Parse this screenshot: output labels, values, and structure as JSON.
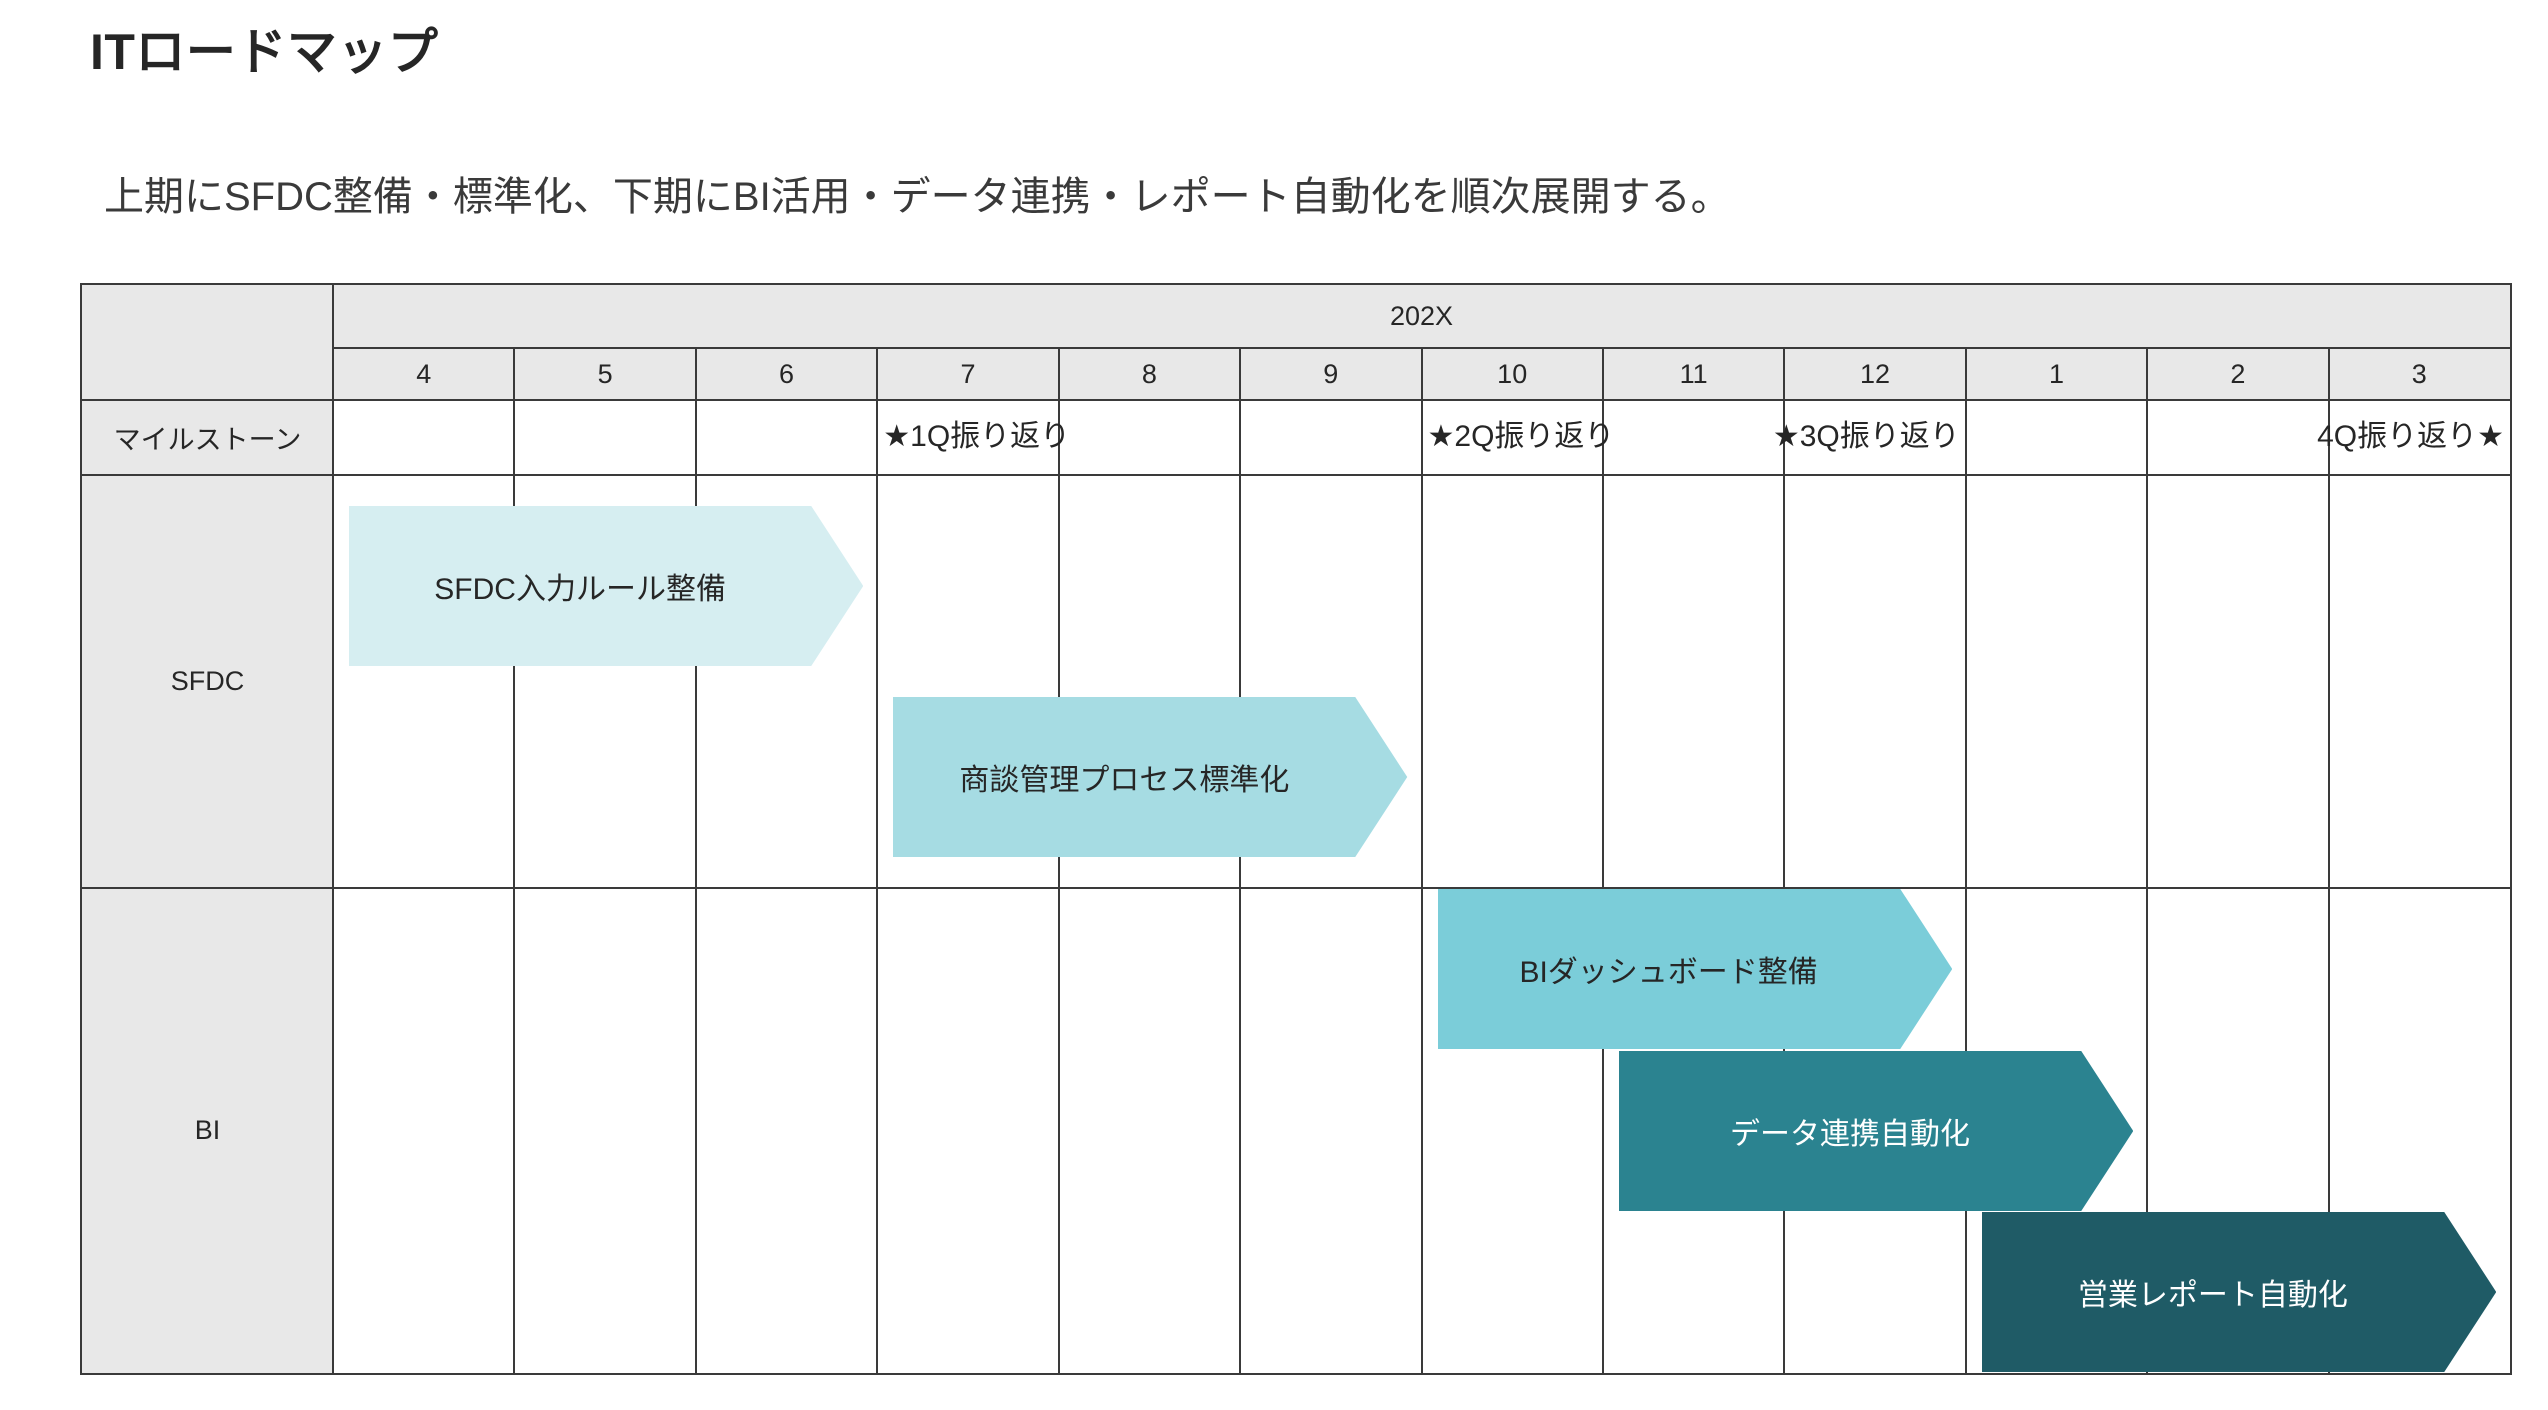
{
  "header": {
    "title": "ITロードマップ",
    "subtitle": "上期にSFDC整備・標準化、下期にBI活用・データ連携・レポート自動化を順次展開する。"
  },
  "table": {
    "corner_label": "",
    "year_label": "202X",
    "months": [
      "4",
      "5",
      "6",
      "7",
      "8",
      "9",
      "10",
      "11",
      "12",
      "1",
      "2",
      "3"
    ],
    "rows": [
      {
        "label": "マイルストーン"
      },
      {
        "label": "SFDC"
      },
      {
        "label": "BI"
      }
    ]
  },
  "milestones": [
    {
      "label": "★1Q振り返り",
      "month_index": 3,
      "align": "left"
    },
    {
      "label": "★2Q振り返り",
      "month_index": 6,
      "align": "left"
    },
    {
      "label": "★3Q振り返り",
      "month_index": 8,
      "align": "right"
    },
    {
      "label": "4Q振り返り★",
      "month_index": 11,
      "align": "right"
    }
  ],
  "bars": [
    {
      "label": "SFDC入力ルール整備",
      "row": "SFDC",
      "start_month": "4",
      "end_month": "6",
      "fill": "#d6eef1",
      "text_color": "#262626"
    },
    {
      "label": "商談管理プロセス標準化",
      "row": "SFDC",
      "start_month": "7",
      "end_month": "9",
      "fill": "#a6dce3",
      "text_color": "#262626"
    },
    {
      "label": "BIダッシュボード整備",
      "row": "BI",
      "start_month": "10",
      "end_month": "12",
      "fill": "#7bcdd9",
      "text_color": "#262626"
    },
    {
      "label": "データ連携自動化",
      "row": "BI",
      "start_month": "11",
      "end_month": "1",
      "fill": "#2b8390",
      "text_color": "#ffffff"
    },
    {
      "label": "営業レポート自動化",
      "row": "BI",
      "start_month": "1",
      "end_month": "3",
      "fill": "#1f5b66",
      "text_color": "#ffffff"
    }
  ],
  "colors": {
    "header_fill": "#e8e8e8",
    "border": "#3a3a3a",
    "text": "#262626",
    "background": "#ffffff"
  }
}
